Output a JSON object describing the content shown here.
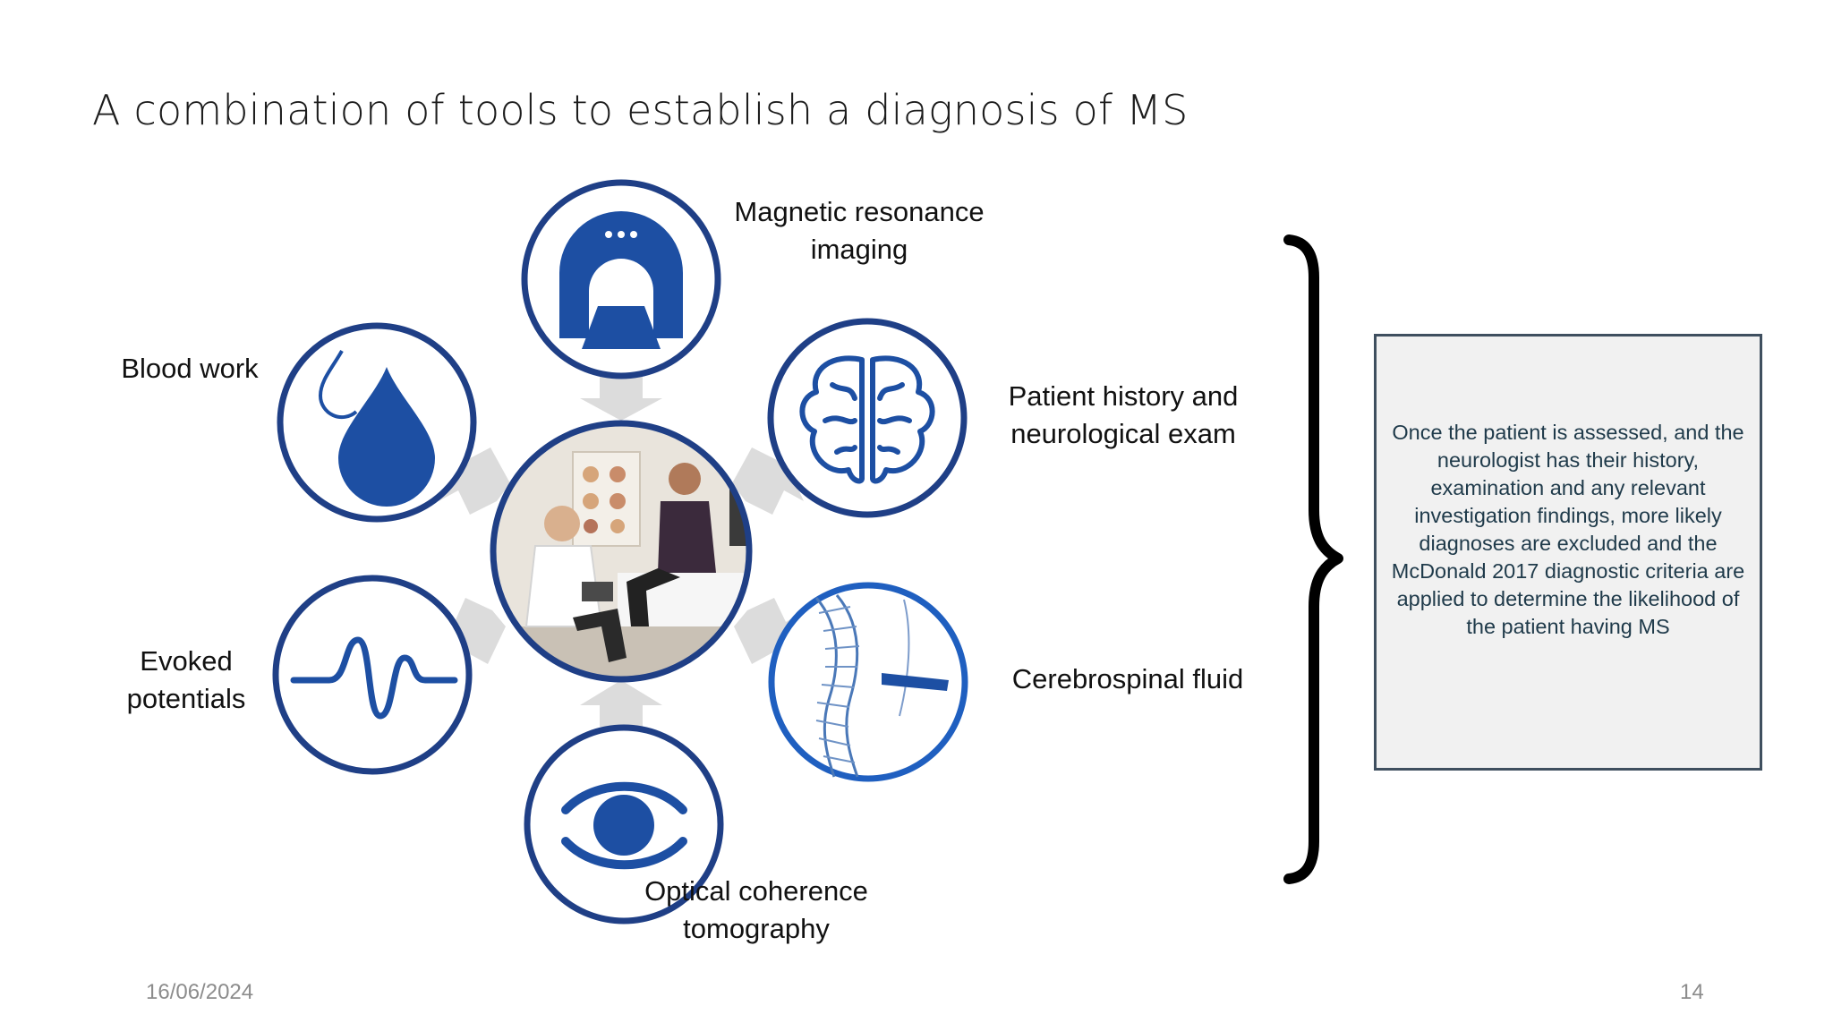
{
  "slide": {
    "title": "A combination of tools to establish a diagnosis of MS",
    "date": "16/06/2024",
    "page_number": "14"
  },
  "nodes": {
    "mri": {
      "label_line1": "Magnetic resonance",
      "label_line2": "imaging",
      "icon": "mri-scanner-icon"
    },
    "blood": {
      "label": "Blood work",
      "icon": "blood-drop-icon"
    },
    "history": {
      "label_line1": "Patient history and",
      "label_line2": "neurological exam",
      "icon": "brain-icon"
    },
    "evoked": {
      "label_line1": "Evoked",
      "label_line2": "potentials",
      "icon": "waveform-icon"
    },
    "csf": {
      "label": "Cerebrospinal fluid",
      "icon": "spine-puncture-icon"
    },
    "oct": {
      "label_line1": "Optical coherence",
      "label_line2": "tomography",
      "icon": "eye-icon"
    },
    "center": {
      "icon": "doctor-patient-photo"
    }
  },
  "summary_box": {
    "text": "Once the patient is assessed, and the neurologist has their history, examination and any relevant investigation findings, more likely diagnoses are excluded and the McDonald 2017 diagnostic criteria are applied to determine the likelihood of the patient having MS"
  },
  "colors": {
    "icon_blue": "#1d4fa3",
    "ring_blue": "#1f3f86",
    "arrow_grey": "#dcdcdc",
    "box_fill": "#f1f1f1",
    "box_border": "#3f4f5f",
    "box_text": "#1f3a4a"
  }
}
